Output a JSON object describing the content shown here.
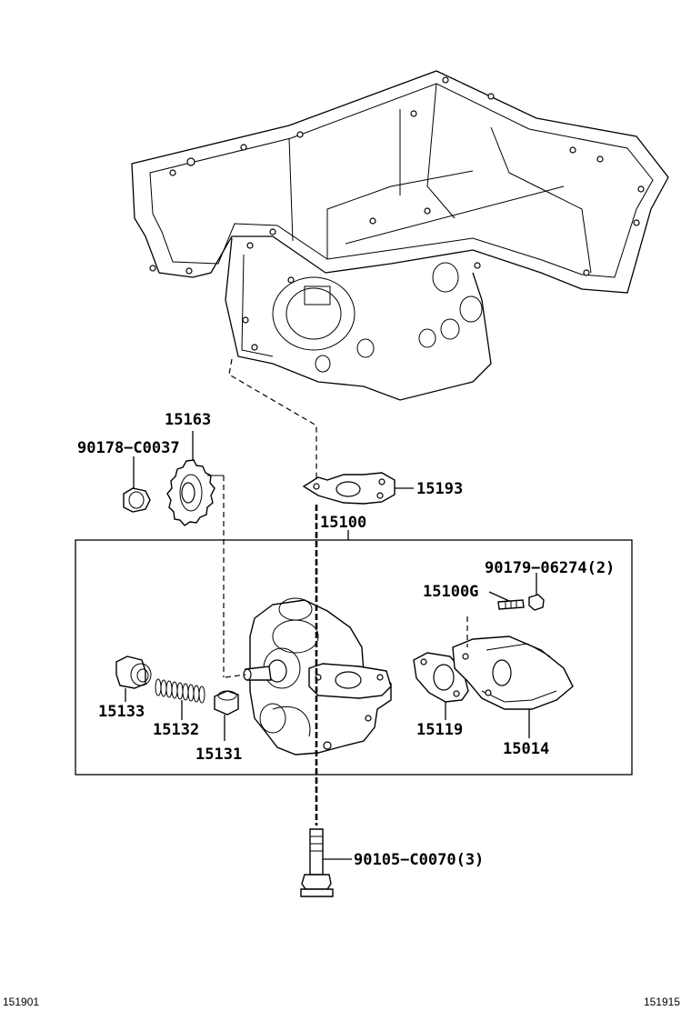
{
  "diagram": {
    "parts": {
      "p15163": "15163",
      "p90178": "90178−C0037",
      "p15193": "15193",
      "p15100": "15100",
      "p90179": "90179−06274(2)",
      "p15100G": "15100G",
      "p15133": "15133",
      "p15132": "15132",
      "p15131": "15131",
      "p15119": "15119",
      "p15014": "15014",
      "p90105": "90105−C0070(3)"
    },
    "corner_codes": {
      "left": "151901",
      "right": "151915"
    }
  }
}
